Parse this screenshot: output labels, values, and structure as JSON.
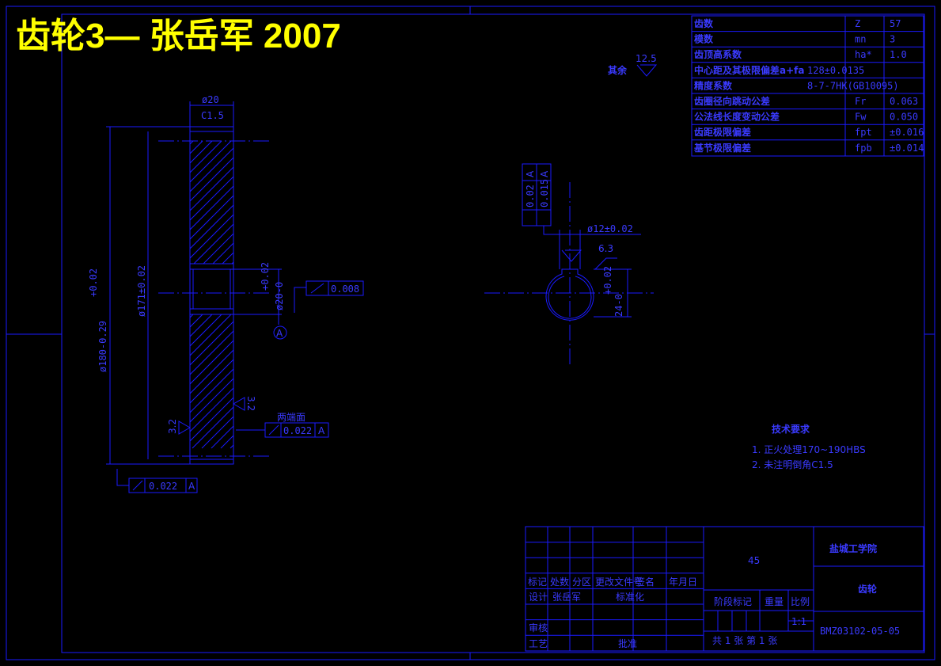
{
  "title": "齿轮3— 张岳军  2007",
  "params_table": [
    {
      "label": "齿数",
      "symbol": "Z",
      "value": "57"
    },
    {
      "label": "模数",
      "symbol": "mn",
      "value": "3"
    },
    {
      "label": "齿顶高系数",
      "symbol": "ha*",
      "value": "1.0"
    },
    {
      "label": "中心距及其极限偏差a+fa",
      "symbol": "128±0.0135",
      "value": ""
    },
    {
      "label": "精度系数",
      "symbol": "8-7-7HK(GB10095)",
      "value": ""
    },
    {
      "label": "齿圈径向跳动公差",
      "symbol": "Fr",
      "value": "0.063"
    },
    {
      "label": "公法线长度变动公差",
      "symbol": "Fw",
      "value": "0.050"
    },
    {
      "label": "齿距极限偏差",
      "symbol": "fpt",
      "value": "±0.016"
    },
    {
      "label": "基节极限偏差",
      "symbol": "fpb",
      "value": "±0.014"
    }
  ],
  "roughness_rest": {
    "label": "其余",
    "value": "12.5"
  },
  "dims": {
    "width": "ø20",
    "chamfer": "C1.5",
    "outer_dia": "ø180-0.29",
    "outer_tol": "+0.02",
    "pitch_dia": "ø171±0.02",
    "bore_dia": "ø20-0",
    "bore_tol": "+0.02",
    "datum": "A",
    "runout_bore": "0.008",
    "runout_face": "0.022",
    "runout_face_ref": "A",
    "runout_outer": "0.022",
    "runout_outer_ref": "A",
    "face_note": "两端面",
    "rough_32a": "3.2",
    "rough_32b": "3.2",
    "keyway_width": "ø12±0.02",
    "keyway_depth": "24-0",
    "keyway_tol": "+0.02",
    "key_rough": "6.3",
    "sym_a": "0.02",
    "sym_a_ref": "A",
    "par_b": "0.015",
    "par_b_ref": "A"
  },
  "tech_req": {
    "title": "技术要求",
    "items": [
      "1. 正火处理170~190HBS",
      "2. 未注明倒角C1.5"
    ]
  },
  "title_block": {
    "material": "45",
    "school": "盐城工学院",
    "part_name": "齿轮",
    "drawing_no": "BMZ03102-05-05",
    "scale_label": "比例",
    "scale": "1:1",
    "stage_label": "阶段标记",
    "weight_label": "重量",
    "sheets": "共 1 张  第 1 张",
    "headers": [
      "标记",
      "处数",
      "分区",
      "更改文件号",
      "签名",
      "年月日"
    ],
    "design_label": "设计",
    "designer": "张岳军",
    "std_label": "标准化",
    "check_label": "审核",
    "process_label": "工艺",
    "approve_label": "批准"
  }
}
